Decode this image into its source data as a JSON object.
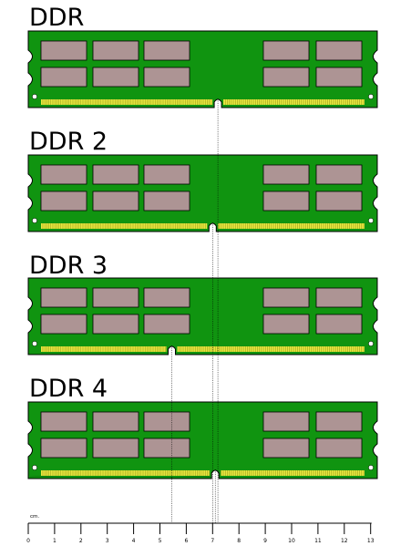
{
  "colors": {
    "pcb": "#109410",
    "pcb_stroke": "#000000",
    "chip": "#ad9494",
    "contacts": "#e8e840",
    "hole": "#ffffff",
    "guide": "#000000"
  },
  "modules": [
    {
      "title": "DDR",
      "notch_cm": 7.2,
      "icon": "dimm-module",
      "edge": "straight"
    },
    {
      "title": "DDR 2",
      "notch_cm": 7.0,
      "icon": "dimm-module",
      "edge": "straight"
    },
    {
      "title": "DDR 3",
      "notch_cm": 5.45,
      "icon": "dimm-module",
      "edge": "straight"
    },
    {
      "title": "DDR 4",
      "notch_cm": 7.1,
      "icon": "dimm-module",
      "edge": "curved"
    }
  ],
  "ruler": {
    "unit": "cm.",
    "ticks": [
      "0",
      "1",
      "2",
      "3",
      "4",
      "5",
      "6",
      "7",
      "8",
      "9",
      "10",
      "11",
      "12",
      "13"
    ]
  }
}
